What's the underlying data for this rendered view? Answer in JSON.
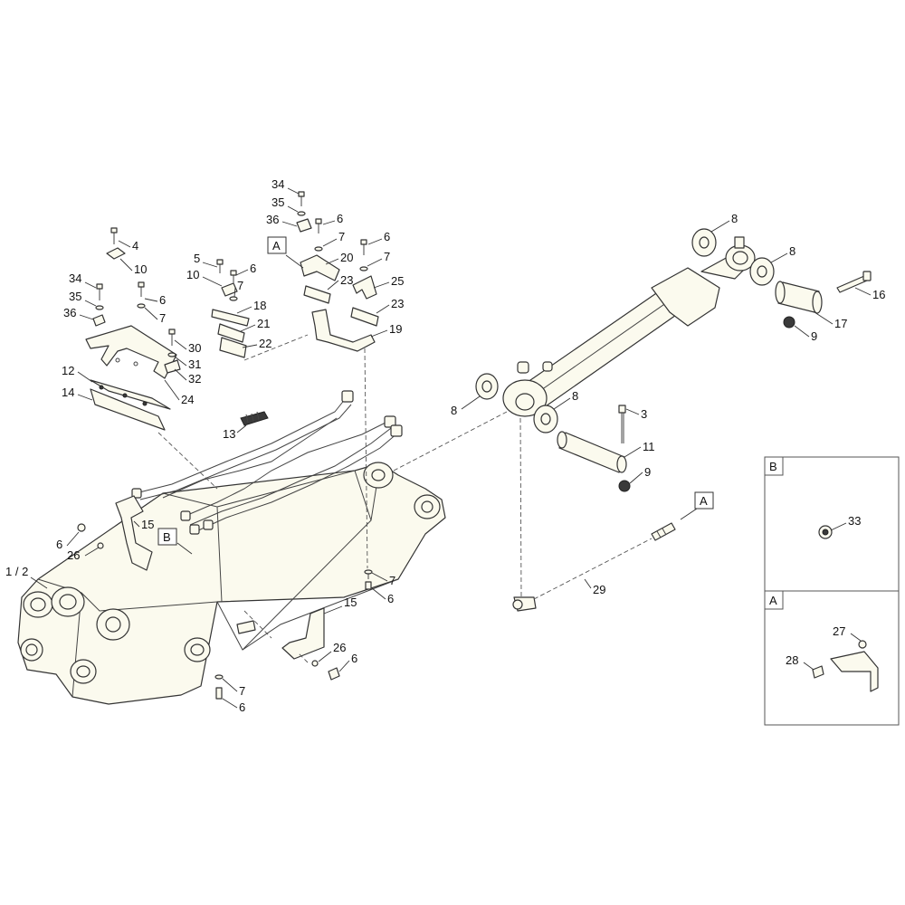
{
  "callouts": {
    "c1_2": "1 / 2",
    "c3": "3",
    "c4": "4",
    "c5": "5",
    "c6": "6",
    "c7": "7",
    "c8": "8",
    "c9": "9",
    "c10": "10",
    "c11": "11",
    "c12": "12",
    "c13": "13",
    "c14": "14",
    "c15": "15",
    "c16": "16",
    "c17": "17",
    "c18": "18",
    "c19": "19",
    "c20": "20",
    "c21": "21",
    "c22": "22",
    "c23": "23",
    "c24": "24",
    "c25": "25",
    "c26": "26",
    "c27": "27",
    "c28": "28",
    "c29": "29",
    "c30": "30",
    "c31": "31",
    "c32": "32",
    "c33": "33",
    "c34": "34",
    "c35": "35",
    "c36": "36"
  },
  "refs": {
    "a": "A",
    "b": "B"
  },
  "details": {
    "b_title": "B",
    "a_title": "A"
  }
}
